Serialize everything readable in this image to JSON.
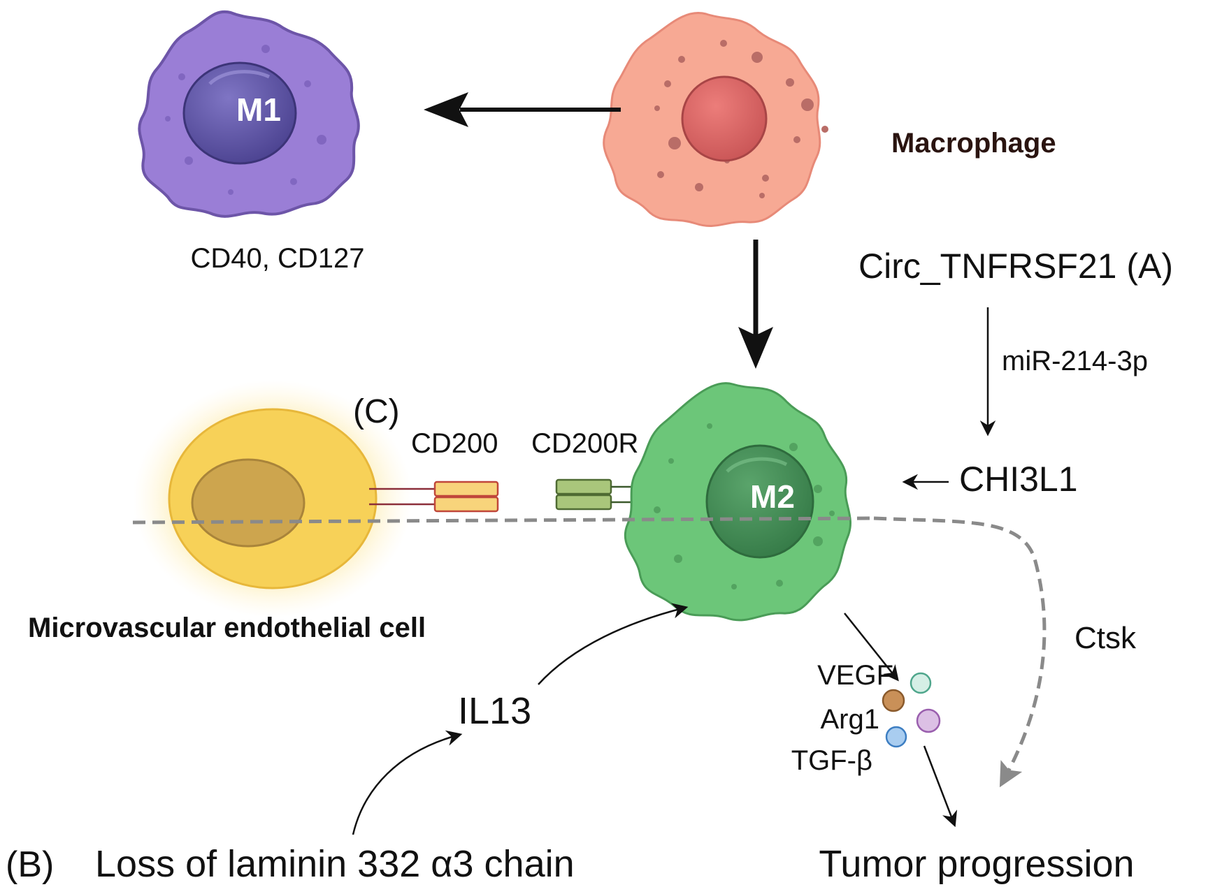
{
  "cells": {
    "m1": {
      "label": "M1",
      "markers": "CD40, CD127",
      "color": "#9a7ed6"
    },
    "macrophage": {
      "label": "Macrophage",
      "color": "#f7a994"
    },
    "m2": {
      "label": "M2",
      "color": "#6cc679"
    },
    "endothelial": {
      "label": "Microvascular endothelial cell",
      "color": "#f7d158"
    }
  },
  "pathway_a": {
    "tag": "Circ_TNFRSF21 (A)",
    "mirna": "miR-214-3p",
    "target": "CHI3L1"
  },
  "pathway_b": {
    "tag": "(B)",
    "cause": "Loss of laminin 332 α3 chain",
    "cytokine": "IL13"
  },
  "pathway_c": {
    "tag": "(C)",
    "ligand": "CD200",
    "receptor": "CD200R"
  },
  "secreted_factors": [
    "VEGF",
    "Arg1",
    "TGF-β"
  ],
  "ctsk": "Ctsk",
  "outcome": "Tumor progression"
}
